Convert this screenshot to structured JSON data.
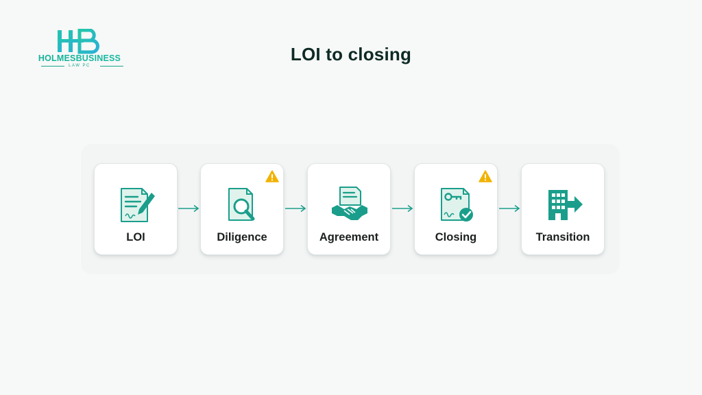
{
  "logo": {
    "monogram": "HB",
    "name_part1": "HOLMES",
    "name_part2": "BUSINESS",
    "subline": "LAW PC",
    "color": "#16b89e"
  },
  "title": "LOI to closing",
  "steps": [
    {
      "label": "LOI",
      "icon": "signed-document-pen-icon",
      "warning": false
    },
    {
      "label": "Diligence",
      "icon": "document-magnifier-icon",
      "warning": true
    },
    {
      "label": "Agreement",
      "icon": "handshake-document-icon",
      "warning": false
    },
    {
      "label": "Closing",
      "icon": "key-document-check-icon",
      "warning": true
    },
    {
      "label": "Transition",
      "icon": "building-arrow-icon",
      "warning": false
    }
  ],
  "colors": {
    "accent": "#1a9e8b",
    "warning": "#f2b200",
    "title": "#0e2a24"
  }
}
